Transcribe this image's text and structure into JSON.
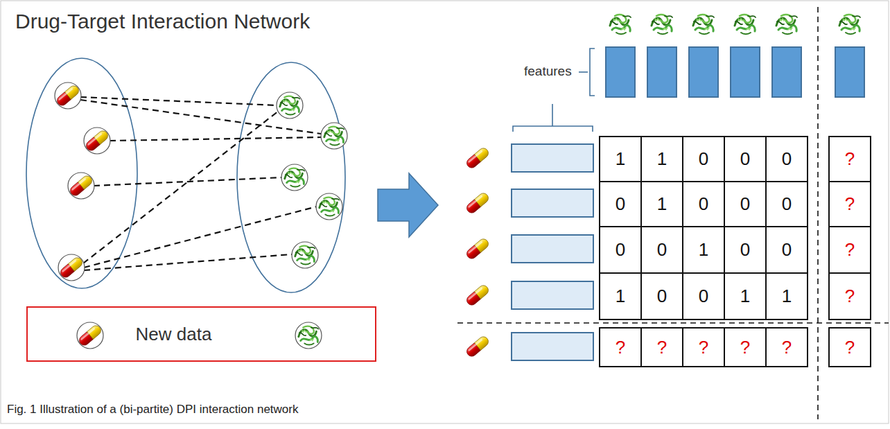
{
  "diagram": {
    "title": "Drug-Target Interaction Network",
    "caption": "Fig. 1 Illustration of a (bi-partite) DPI interaction network",
    "nodes": [
      {
        "text": [
          "New data"
        ]
      }
    ],
    "labels": [
      "features",
      "1",
      "1",
      "0",
      "0",
      "0",
      "?",
      "0",
      "1",
      "0",
      "0",
      "0",
      "?",
      "0",
      "0",
      "1",
      "0",
      "0",
      "?",
      "1",
      "0",
      "0",
      "1",
      "1",
      "?",
      "?",
      "?",
      "?",
      "?",
      "?",
      "?"
    ]
  }
}
